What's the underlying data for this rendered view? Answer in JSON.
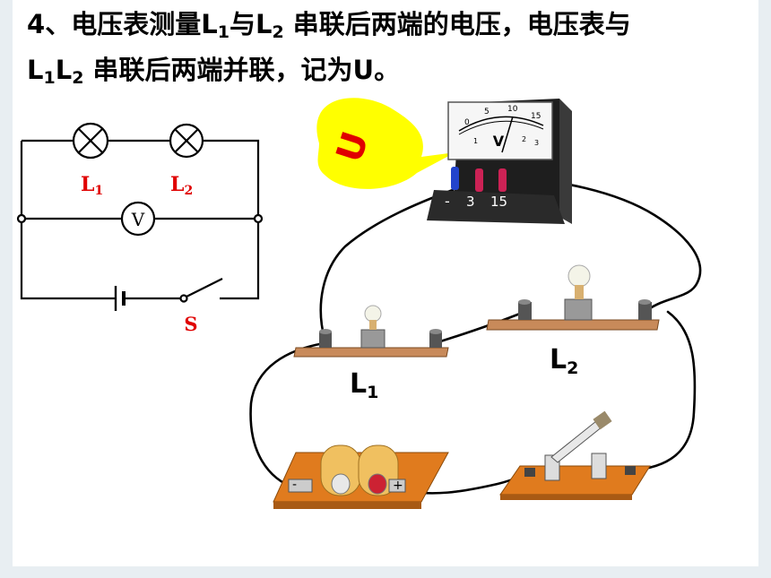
{
  "question": {
    "number": "4",
    "sep": "、",
    "t1": "电压表测量",
    "l": "L",
    "s1": "1",
    "t2": "与",
    "s2": "2",
    "t3": " 串联后两端的电压，电压表与",
    "t4": " 串联后两端并联，记为",
    "u": "U",
    "end": "。"
  },
  "schematic": {
    "lamp1": "L",
    "lamp1_sub": "1",
    "lamp2": "L",
    "lamp2_sub": "2",
    "voltmeter": "V",
    "switch": "S"
  },
  "real_circuit": {
    "callout": "U",
    "meter_face": "V",
    "meter_scale": [
      "0",
      "5",
      "10",
      "15"
    ],
    "meter_small": [
      "1",
      "2",
      "3"
    ],
    "terminals": [
      "-",
      "3",
      "15"
    ],
    "lamp1": "L",
    "lamp1_sub": "1",
    "lamp2": "L",
    "lamp2_sub": "2",
    "battery_minus": "-",
    "battery_plus": "+"
  }
}
